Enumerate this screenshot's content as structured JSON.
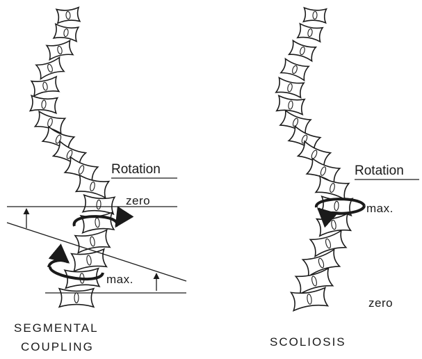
{
  "left_diagram": {
    "heading": "Rotation",
    "label_top": "zero",
    "label_bottom": "max.",
    "caption_line1": "SEGMENTAL",
    "caption_line2": "COUPLING"
  },
  "right_diagram": {
    "heading": "Rotation",
    "label_top": "max.",
    "label_bottom": "zero",
    "caption": "SCOLIOSIS"
  }
}
